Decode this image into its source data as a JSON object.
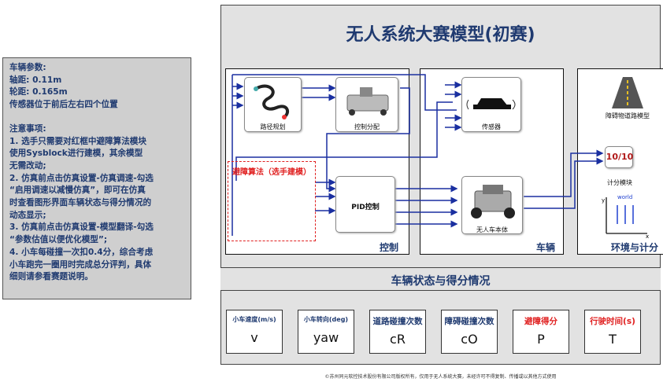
{
  "info": {
    "lines": [
      "车辆参数:",
      "轴距: 0.11m",
      "轮距: 0.165m",
      "传感器位于前后左右四个位置",
      "",
      "注意事项:",
      "1. 选手只需要对红框中避障算法模块",
      "使用Sysblock进行建模，其余模型",
      "无需改动;",
      "2. 仿真前点击仿真设置-仿真调速-勾选",
      "“启用调速以减慢仿真”，即可在仿真",
      "时查看图形界面车辆状态与得分情况的",
      "动态显示;",
      "3. 仿真前点击仿真设置-模型翻译-勾选",
      "“参数估值以便优化模型”;",
      "4. 小车每碰撞一次扣0.4分，综合考虑",
      "小车跑完一圈用时完成总分评判，具体",
      "细则请参看赛题说明。"
    ]
  },
  "title": "无人系统大赛模型(初赛)",
  "groups": {
    "control": "控制",
    "vehicle": "车辆",
    "env": "环境与计分"
  },
  "blocks": {
    "path": "路径规划",
    "dispatch": "控制分配",
    "sensor": "传感器",
    "pid": "PID控制",
    "body": "无人车本体",
    "obstacle": "障碍物道路模型",
    "score": "计分模块",
    "score_value": "10/10",
    "world": "world"
  },
  "avoid_label": "避障算法（选手建模）",
  "status_title": "车辆状态与得分情况",
  "displays": [
    {
      "label": "小车速度(m/s)",
      "value": "v",
      "style": "small",
      "color": "#1f3a70"
    },
    {
      "label": "小车转向(deg)",
      "value": "yaw",
      "style": "small",
      "color": "#1f3a70"
    },
    {
      "label": "道路碰撞次数",
      "value": "cR",
      "style": "big",
      "color": "#1f3a70"
    },
    {
      "label": "障碍碰撞次数",
      "value": "cO",
      "style": "big",
      "color": "#1f3a70"
    },
    {
      "label": "避障得分",
      "value": "P",
      "style": "big",
      "color": "#e02020"
    },
    {
      "label": "行驶时间(s)",
      "value": "T",
      "style": "big",
      "color": "#e02020"
    }
  ],
  "footer": "©苏州同元软控技术股份有限公司版权所有，仅用于无人系统大赛，未经许可不得复制、传播或以其他方式使用"
}
